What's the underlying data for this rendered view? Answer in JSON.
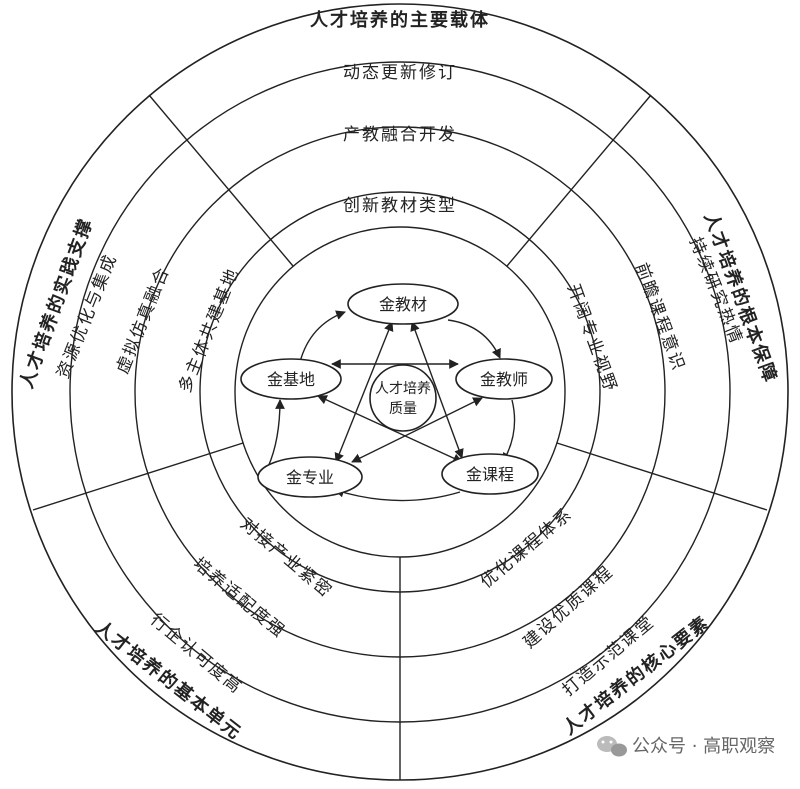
{
  "diagram": {
    "outer_labels": {
      "top": "人才培养的主要载体",
      "right": "人才培养的根本保障",
      "bottom_right": "人才培养的核心要素",
      "bottom_left": "人才培养的基本单元",
      "left": "人才培养的实践支撑"
    },
    "ring_labels": {
      "top_1": "动态更新修订",
      "top_2": "产教融合开发",
      "top_3": "创新教材类型",
      "right_1": "持续研究热情",
      "right_2": "前瞻课程意识",
      "right_3": "开阔专业视野",
      "bottom_right_1": "打造示范课堂",
      "bottom_right_2": "建设优质课程",
      "bottom_right_3": "优化课程体系",
      "bottom_left_1": "行企认可度高",
      "bottom_left_2": "培养适配度强",
      "bottom_left_3": "对接产业紧密",
      "left_1": "资源优化与集成",
      "left_2": "虚拟仿真融合",
      "left_3": "多主体共建基地"
    },
    "nodes": {
      "textbook": "金教材",
      "teacher": "金教师",
      "course": "金课程",
      "major": "金专业",
      "base": "金基地"
    },
    "center": {
      "line1": "人才培养",
      "line2": "质量"
    }
  },
  "watermark": {
    "text": "公众号 · 高职观察"
  }
}
